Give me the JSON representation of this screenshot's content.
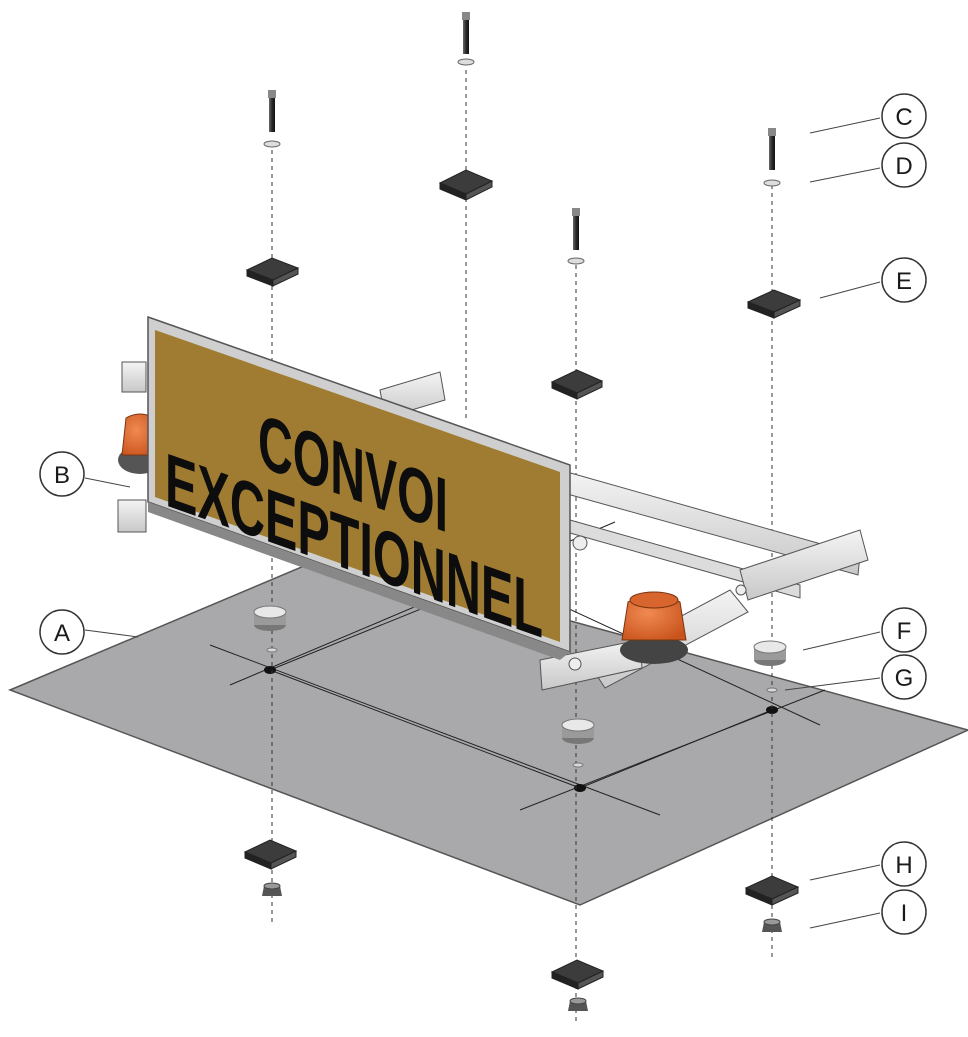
{
  "sign": {
    "line1": "CONVOI",
    "line2": "EXCEPTIONNEL",
    "color": "#a07c32"
  },
  "beacon_color": "#e9652a",
  "plate_color": "#a9a9ab",
  "callouts": [
    {
      "id": "A",
      "label": "A"
    },
    {
      "id": "B",
      "label": "B"
    },
    {
      "id": "C",
      "label": "C"
    },
    {
      "id": "D",
      "label": "D"
    },
    {
      "id": "E",
      "label": "E"
    },
    {
      "id": "F",
      "label": "F"
    },
    {
      "id": "G",
      "label": "G"
    },
    {
      "id": "H",
      "label": "H"
    },
    {
      "id": "I",
      "label": "I"
    }
  ]
}
